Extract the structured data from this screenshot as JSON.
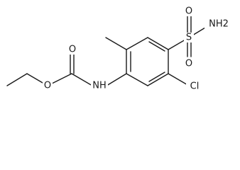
{
  "molecule": {
    "atoms": {
      "carbonyl_oxygen": "O",
      "ether_oxygen": "O",
      "amide_nh": "NH",
      "sulfonyl_s": "S",
      "sulfonyl_o_top": "O",
      "sulfonyl_o_bottom": "O",
      "sulfonamide_nh2": "NH2",
      "chlorine": "Cl"
    },
    "colors": {
      "bond": "#1a1a1a",
      "label": "#1a1a1a",
      "background": "#ffffff"
    }
  }
}
